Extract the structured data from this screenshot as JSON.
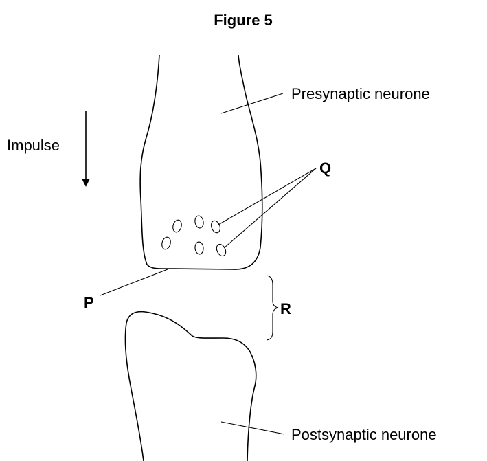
{
  "figure": {
    "title": "Figure 5",
    "labels": {
      "presynaptic": "Presynaptic neurone",
      "postsynaptic": "Postsynaptic neurone",
      "impulse": "Impulse",
      "q": "Q",
      "p": "P",
      "r": "R"
    }
  },
  "colors": {
    "line": "#000000",
    "background": "#ffffff"
  }
}
